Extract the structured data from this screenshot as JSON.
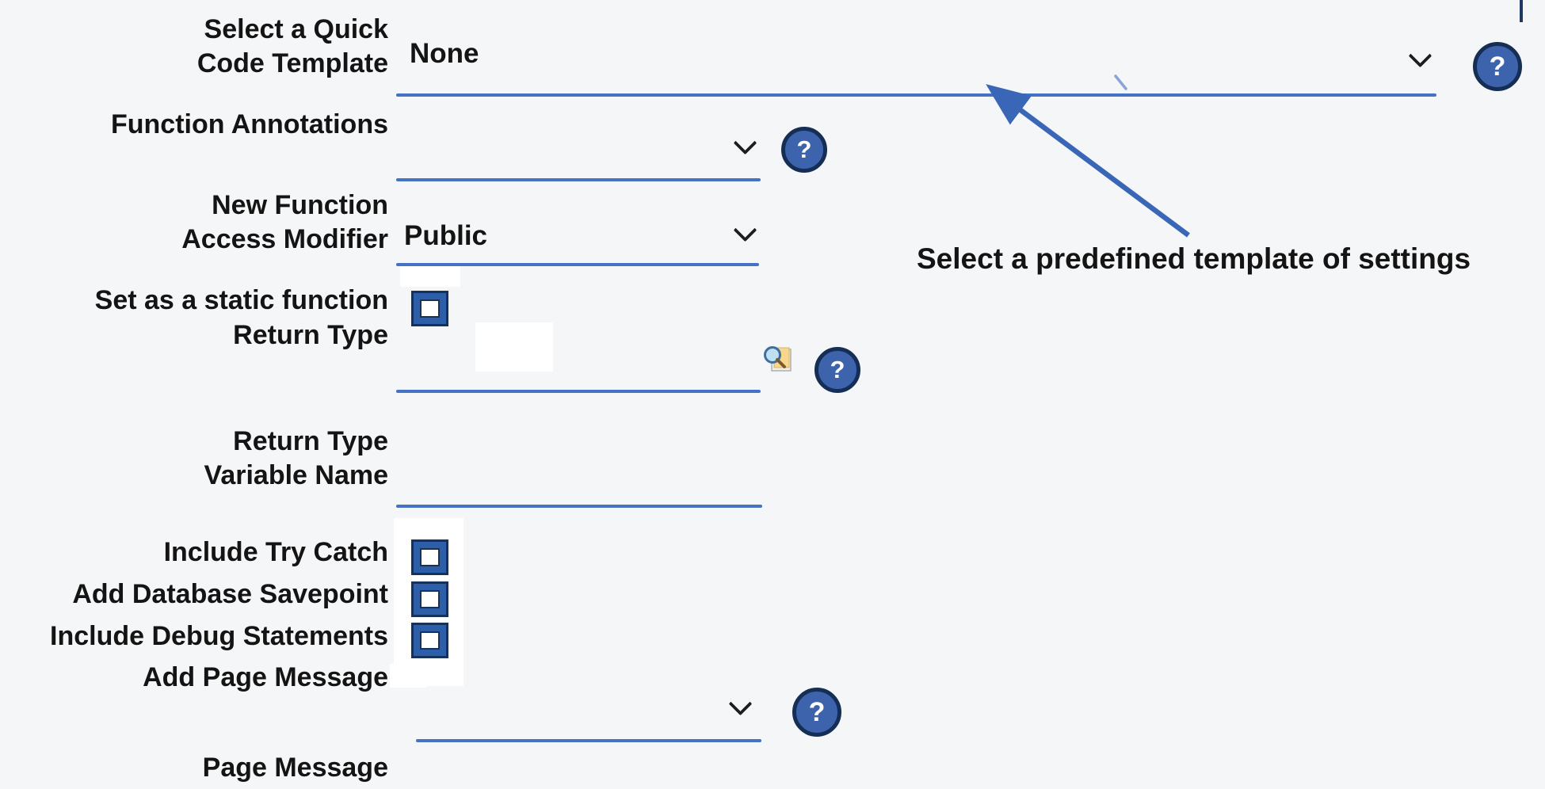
{
  "colors": {
    "background": "#f5f6f7",
    "field_underline": "#4472c4",
    "help_button_fill": "#3e63ad",
    "help_button_ring": "#152e55",
    "checkbox_blue": "#2d5fa8",
    "checkbox_ring": "#16315c",
    "annotation_arrow": "#3a66b8"
  },
  "icons": {
    "help_glyph": "?",
    "chevron": "chevron-down",
    "lookup": "magnifier-lookup"
  },
  "form": {
    "quick_code_template": {
      "label_line1": "Select a Quick",
      "label_line2": "Code Template",
      "value": "None"
    },
    "function_annotations": {
      "label": "Function Annotations",
      "value": ""
    },
    "access_modifier": {
      "label_line1": "New Function",
      "label_line2": "Access Modifier",
      "value": "Public"
    },
    "static_function": {
      "label": "Set as a static function",
      "checked": false
    },
    "return_type": {
      "label": "Return Type",
      "value": ""
    },
    "return_type_variable_name": {
      "label_line1": "Return Type",
      "label_line2": "Variable Name",
      "value": ""
    },
    "include_try_catch": {
      "label": "Include Try Catch",
      "checked": false
    },
    "add_database_savepoint": {
      "label": "Add Database Savepoint",
      "checked": false
    },
    "include_debug_statements": {
      "label": "Include Debug Statements",
      "checked": false
    },
    "add_page_message": {
      "label": "Add Page Message",
      "value": ""
    },
    "page_message": {
      "label": "Page Message"
    }
  },
  "annotation": {
    "text": "Select a predefined template of settings"
  }
}
